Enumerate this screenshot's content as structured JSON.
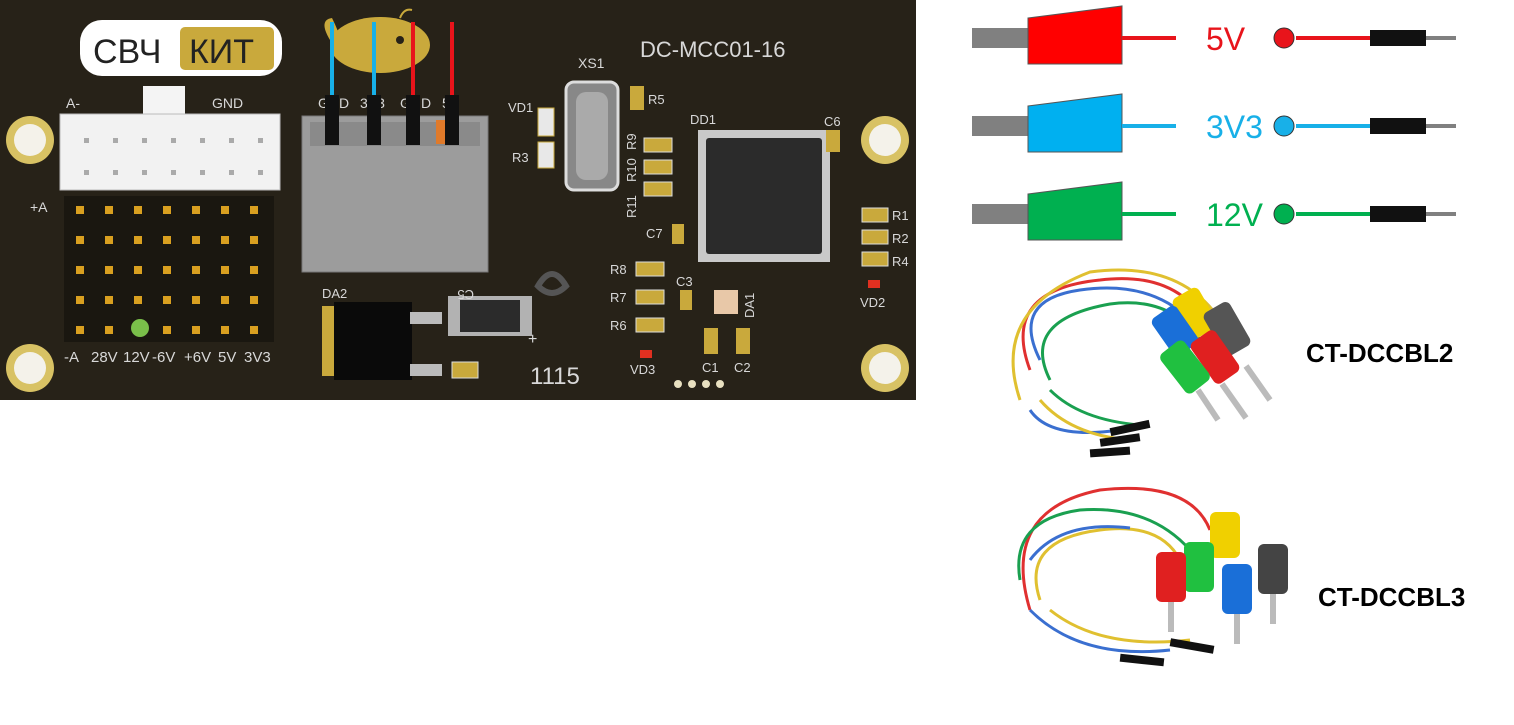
{
  "board": {
    "brand_left": "СВЧ",
    "brand_right": "КИТ",
    "model": "DC-MCC01-16",
    "marking_1115": "1115",
    "header_top_left": "A-",
    "header_top_gnd": "GND",
    "plus_a": "+A",
    "rail_labels": [
      "-A",
      "28V",
      "12V",
      "-6V",
      "+6V",
      "5V",
      "3V3"
    ],
    "power_pins": [
      "GND",
      "3V3",
      "GND",
      "5V"
    ],
    "refs": {
      "xs1": "XS1",
      "vd1": "VD1",
      "r3": "R3",
      "r5": "R5",
      "r9": "R9",
      "r10": "R10",
      "r11": "R11",
      "dd1": "DD1",
      "c6": "C6",
      "c7": "C7",
      "r1": "R1",
      "r2": "R2",
      "r4": "R4",
      "vd2": "VD2",
      "r8": "R8",
      "r7": "R7",
      "r6": "R6",
      "c3": "C3",
      "da1": "DA1",
      "da2": "DA2",
      "c5": "C5",
      "vd3": "VD3",
      "c1": "C1",
      "c2": "C2",
      "plus": "+"
    }
  },
  "wires": [
    {
      "label": "5V",
      "color": "#e8141b",
      "plug_color": "#ff0000"
    },
    {
      "label": "3V3",
      "color": "#18b0e8",
      "plug_color": "#00b0f0"
    },
    {
      "label": "12V",
      "color": "#00b050",
      "plug_color": "#00b050"
    }
  ],
  "cables": [
    {
      "name": "CT-DCCBL2"
    },
    {
      "name": "CT-DCCBL3"
    }
  ]
}
